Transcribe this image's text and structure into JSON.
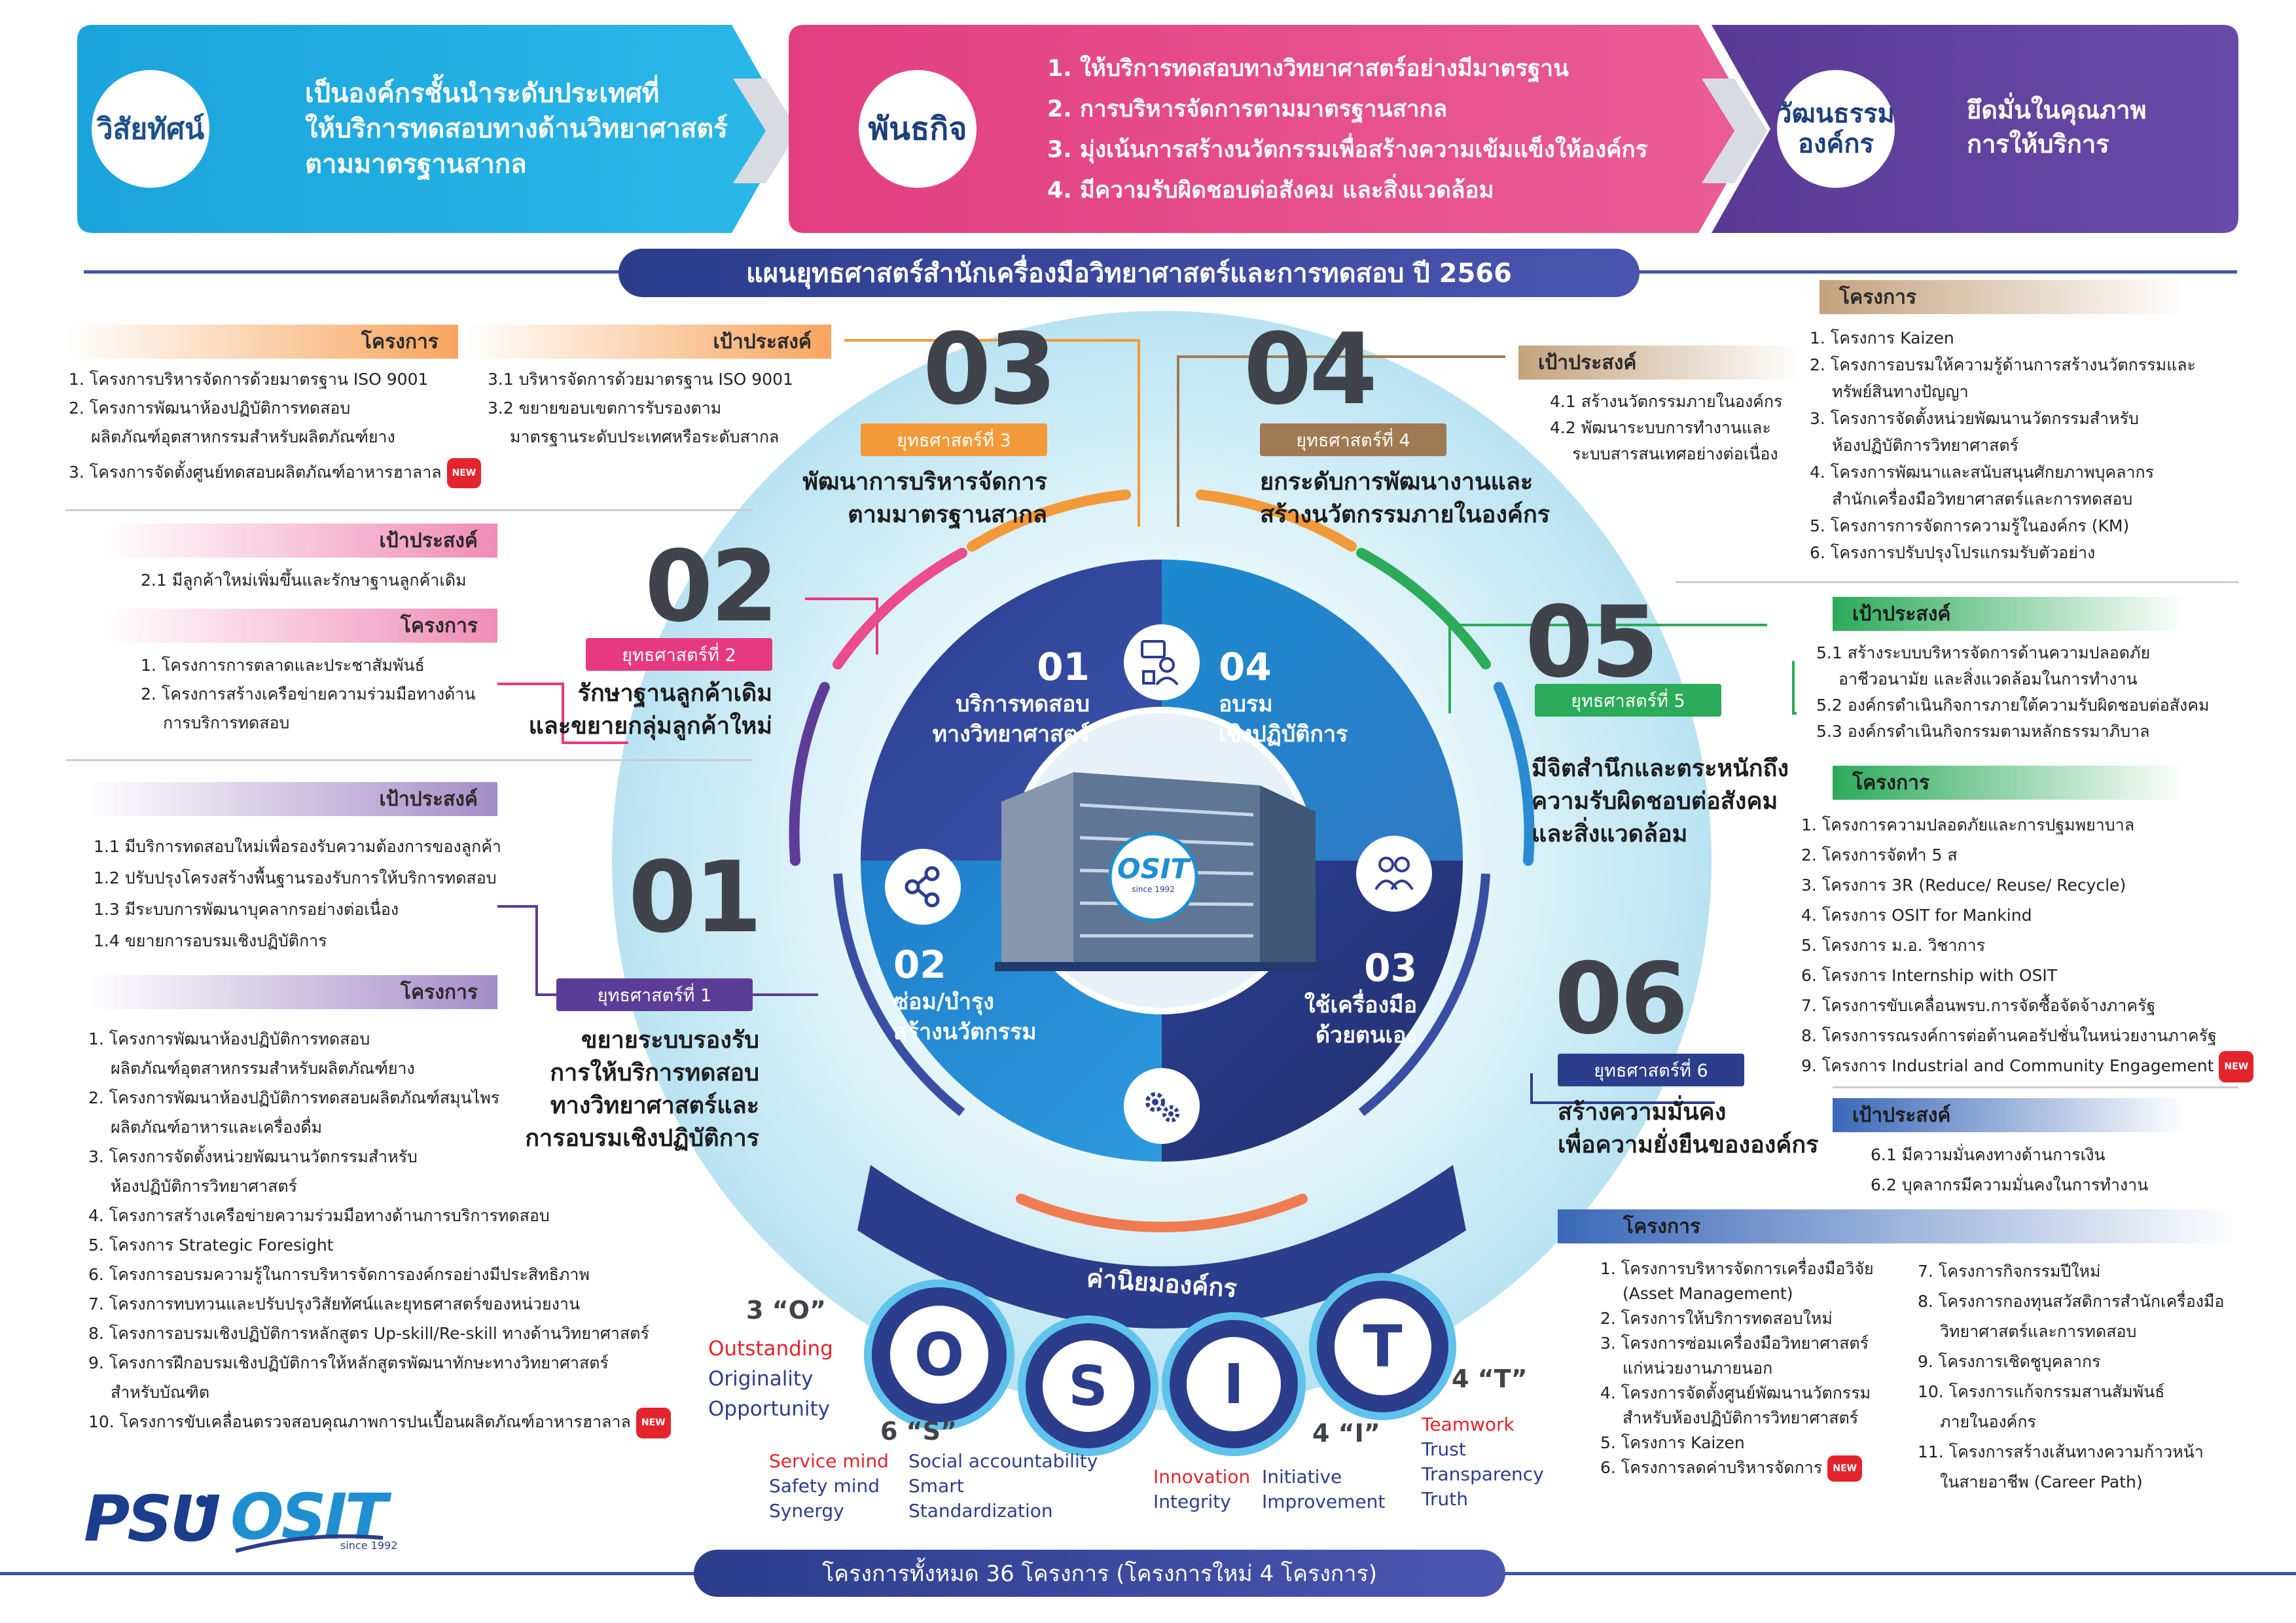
{
  "vision": {
    "label": "วิสัยทัศน์",
    "lines": [
      "เป็นองค์กรชั้นนำระดับประเทศที่",
      "ให้บริการทดสอบทางด้านวิทยาศาสตร์",
      "ตามมาตรฐานสากล"
    ]
  },
  "mission": {
    "label": "พันธกิจ",
    "items": [
      "1. ให้บริการทดสอบทางวิทยาศาสตร์อย่างมีมาตรฐาน",
      "2. การบริหารจัดการตามมาตรฐานสากล",
      "3. มุ่งเน้นการสร้างนวัตกรรมเพื่อสร้างความเข้มแข็งให้องค์กร",
      "4. มีความรับผิดชอบต่อสังคม และสิ่งแวดล้อม"
    ]
  },
  "culture": {
    "label_1": "วัฒนธรรม",
    "label_2": "องค์กร",
    "lines": [
      "ยึดมั่นในคุณภาพ",
      "การให้บริการ"
    ]
  },
  "plan_title": "แผนยุทธศาสตร์สำนักเครื่องมือวิทยาศาสตร์และการทดสอบ ปี 2566",
  "strategies": {
    "s1": {
      "num": "01",
      "label": "ยุทธศาสตร์ที่ 1",
      "title": [
        "ขยายระบบรองรับ",
        "การให้บริการทดสอบ",
        "ทางวิทยาศาสตร์และ",
        "การอบรมเชิงปฏิบัติการ"
      ],
      "goal_label": "เป้าประสงค์",
      "goals": [
        "1.1 มีบริการทดสอบใหม่เพื่อรองรับความต้องการของลูกค้า",
        "1.2 ปรับปรุงโครงสร้างพื้นฐานรองรับการให้บริการทดสอบ",
        "1.3 มีระบบการพัฒนาบุคลากรอย่างต่อเนื่อง",
        "1.4 ขยายการอบรมเชิงปฏิบัติการ"
      ],
      "proj_label": "โครงการ",
      "projects": [
        "1. โครงการพัฒนาห้องปฏิบัติการทดสอบ",
        "ผลิตภัณฑ์อุตสาหกรรมสำหรับผลิตภัณฑ์ยาง",
        "2. โครงการพัฒนาห้องปฏิบัติการทดสอบผลิตภัณฑ์สมุนไพร",
        "ผลิตภัณฑ์อาหารและเครื่องดื่ม",
        "3. โครงการจัดตั้งหน่วยพัฒนานวัตกรรมสำหรับ",
        "ห้องปฏิบัติการวิทยาศาสตร์",
        "4. โครงการสร้างเครือข่ายความร่วมมือทางด้านการบริการทดสอบ",
        "5. โครงการ Strategic Foresight",
        "6. โครงการอบรมความรู้ในการบริหารจัดการองค์กรอย่างมีประสิทธิภาพ",
        "7. โครงการทบทวนและปรับปรุงวิสัยทัศน์และยุทธศาสตร์ของหน่วยงาน",
        "8. โครงการอบรมเชิงปฏิบัติการหลักสูตร Up-skill/Re-skill ทางด้านวิทยาศาสตร์",
        "9. โครงการฝึกอบรมเชิงปฏิบัติการให้หลักสูตรพัฒนาทักษะทางวิทยาศาสตร์",
        "สำหรับบัณฑิต",
        "10. โครงการขับเคลื่อนตรวจสอบคุณภาพการปนเปื้อนผลิตภัณฑ์อาหารฮาลาล"
      ]
    },
    "s2": {
      "num": "02",
      "label": "ยุทธศาสตร์ที่ 2",
      "title": [
        "รักษาฐานลูกค้าเดิม",
        "และขยายกลุ่มลูกค้าใหม่"
      ],
      "goal_label": "เป้าประสงค์",
      "goals": [
        "2.1 มีลูกค้าใหม่เพิ่มขึ้นและรักษาฐานลูกค้าเดิม"
      ],
      "proj_label": "โครงการ",
      "projects": [
        "1. โครงการการตลาดและประชาสัมพันธ์",
        "2. โครงการสร้างเครือข่ายความร่วมมือทางด้าน",
        "การบริการทดสอบ"
      ]
    },
    "s3": {
      "num": "03",
      "label": "ยุทธศาสตร์ที่ 3",
      "title": [
        "พัฒนาการบริหารจัดการ",
        "ตามมาตรฐานสากล"
      ],
      "goal_label": "เป้าประสงค์",
      "goals": [
        "3.1 บริหารจัดการด้วยมาตรฐาน ISO 9001",
        "3.2 ขยายขอบเขตการรับรองตาม",
        "มาตรฐานระดับประเทศหรือระดับสากล"
      ],
      "proj_label": "โครงการ",
      "projects": [
        "1. โครงการบริหารจัดการด้วยมาตรฐาน ISO 9001",
        "2. โครงการพัฒนาห้องปฏิบัติการทดสอบ",
        "ผลิตภัณฑ์อุตสาหกรรมสำหรับผลิตภัณฑ์ยาง",
        "3. โครงการจัดตั้งศูนย์ทดสอบผลิตภัณฑ์อาหารฮาลาล"
      ]
    },
    "s4": {
      "num": "04",
      "label": "ยุทธศาสตร์ที่ 4",
      "title": [
        "ยกระดับการพัฒนางานและ",
        "สร้างนวัตกรรมภายในองค์กร"
      ],
      "goal_label": "เป้าประสงค์",
      "goals": [
        "4.1 สร้างนวัตกรรมภายในองค์กร",
        "4.2 พัฒนาระบบการทำงานและ",
        "ระบบสารสนเทศอย่างต่อเนื่อง"
      ],
      "proj_label": "โครงการ",
      "projects": [
        "1. โครงการ Kaizen",
        "2. โครงการอบรมให้ความรู้ด้านการสร้างนวัตกรรมและ",
        "ทรัพย์สินทางปัญญา",
        "3. โครงการจัดตั้งหน่วยพัฒนานวัตกรรมสำหรับ",
        "ห้องปฏิบัติการวิทยาศาสตร์",
        "4. โครงการพัฒนาและสนับสนุนศักยภาพบุคลากร",
        "สำนักเครื่องมือวิทยาศาสตร์และการทดสอบ",
        "5. โครงการการจัดการความรู้ในองค์กร (KM)",
        "6. โครงการปรับปรุงโปรแกรมรับตัวอย่าง"
      ]
    },
    "s5": {
      "num": "05",
      "label": "ยุทธศาสตร์ที่ 5",
      "title": [
        "มีจิตสำนึกและตระหนักถึง",
        "ความรับผิดชอบต่อสังคม",
        "และสิ่งแวดล้อม"
      ],
      "goal_label": "เป้าประสงค์",
      "goals": [
        "5.1 สร้างระบบบริหารจัดการด้านความปลอดภัย",
        "อาชีวอนามัย และสิ่งแวดล้อมในการทำงาน",
        "5.2 องค์กรดำเนินกิจการภายใต้ความรับผิดชอบต่อสังคม",
        "5.3 องค์กรดำเนินกิจกรรมตามหลักธรรมาภิบาล"
      ],
      "proj_label": "โครงการ",
      "projects": [
        "1. โครงการความปลอดภัยและการปฐมพยาบาล",
        "2. โครงการจัดทำ 5 ส",
        "3. โครงการ 3R (Reduce/ Reuse/ Recycle)",
        "4. โครงการ OSIT for Mankind",
        "5. โครงการ ม.อ. วิชาการ",
        "6. โครงการ Internship with OSIT",
        "7. โครงการขับเคลื่อนพรบ.การจัดซื้อจัดจ้างภาครัฐ",
        "8. โครงการรณรงค์การต่อต้านคอรัปชั่นในหน่วยงานภาครัฐ",
        "9. โครงการ Industrial and Community Engagement"
      ]
    },
    "s6": {
      "num": "06",
      "label": "ยุทธศาสตร์ที่ 6",
      "title": [
        "สร้างความมั่นคง",
        "เพื่อความยั่งยืนขององค์กร"
      ],
      "goal_label": "เป้าประสงค์",
      "goals": [
        "6.1 มีความมั่นคงทางด้านการเงิน",
        "6.2 บุคลากรมีความมั่นคงในการทำงาน"
      ],
      "proj_label": "โครงการ",
      "projects_a": [
        "1. โครงการบริหารจัดการเครื่องมือวิจัย",
        "(Asset Management)",
        "2. โครงการให้บริการทดสอบใหม่",
        "3. โครงการซ่อมเครื่องมือวิทยาศาสตร์",
        "แก่หน่วยงานภายนอก",
        "4. โครงการจัดตั้งศูนย์พัฒนานวัตกรรม",
        "สำหรับห้องปฏิบัติการวิทยาศาสตร์",
        "5. โครงการ Kaizen",
        "6. โครงการลดค่าบริหารจัดการ"
      ],
      "projects_b": [
        "7. โครงการกิจกรรมปีใหม่",
        "8. โครงการกองทุนสวัสดิการสำนักเครื่องมือ",
        "วิทยาศาสตร์และการทดสอบ",
        "9. โครงการเชิดชูบุคลากร",
        "10. โครงการแก้จกรรมสานสัมพันธ์",
        "ภายในองค์กร",
        "11. โครงการสร้างเส้นทางความก้าวหน้า",
        "ในสายอาชีพ (Career Path)"
      ]
    }
  },
  "services": {
    "s01": {
      "num": "01",
      "lines": [
        "บริการทดสอบ",
        "ทางวิทยาศาสตร์"
      ]
    },
    "s02": {
      "num": "02",
      "lines": [
        "ซ่อม/บำรุง",
        "สร้างนวัตกรรม"
      ]
    },
    "s03": {
      "num": "03",
      "lines": [
        "ใช้เครื่องมือ",
        "ด้วยตนเอง"
      ]
    },
    "s04": {
      "num": "04",
      "lines": [
        "อบรม",
        "เชิงปฏิบัติการ"
      ]
    }
  },
  "center_logo": "OSIT",
  "center_logo_since": "since 1992",
  "values": {
    "title": "ค่านิยมองค์กร",
    "letters": [
      "O",
      "S",
      "I",
      "T"
    ],
    "o_head": "3 “O”",
    "o_items": [
      "Outstanding",
      "Originality",
      "Opportunity"
    ],
    "s_head": "6 “S”",
    "s_left": [
      "Service mind",
      "Safety mind",
      "Synergy"
    ],
    "s_right": [
      "Social accountability",
      "Smart",
      "Standardization"
    ],
    "i_head": "4 “I”",
    "i_left": [
      "Innovation",
      "Integrity"
    ],
    "i_right": [
      "Initiative",
      "Improvement"
    ],
    "t_head": "4 “T”",
    "t_items": [
      "Teamwork",
      "Trust",
      "Transparency",
      "Truth"
    ]
  },
  "new_badge": "NEW",
  "logos": {
    "psu": "PSU",
    "osit": "OSIT",
    "since": "since 1992"
  },
  "footer": "โครงการทั้งหมด 36 โครงการ  (โครงการใหม่ 4 โครงการ)",
  "colors": {
    "vision": "#1ea5dd",
    "mission": "#e8407f",
    "culture": "#5d3d97",
    "navy": "#2c3d8c"
  }
}
